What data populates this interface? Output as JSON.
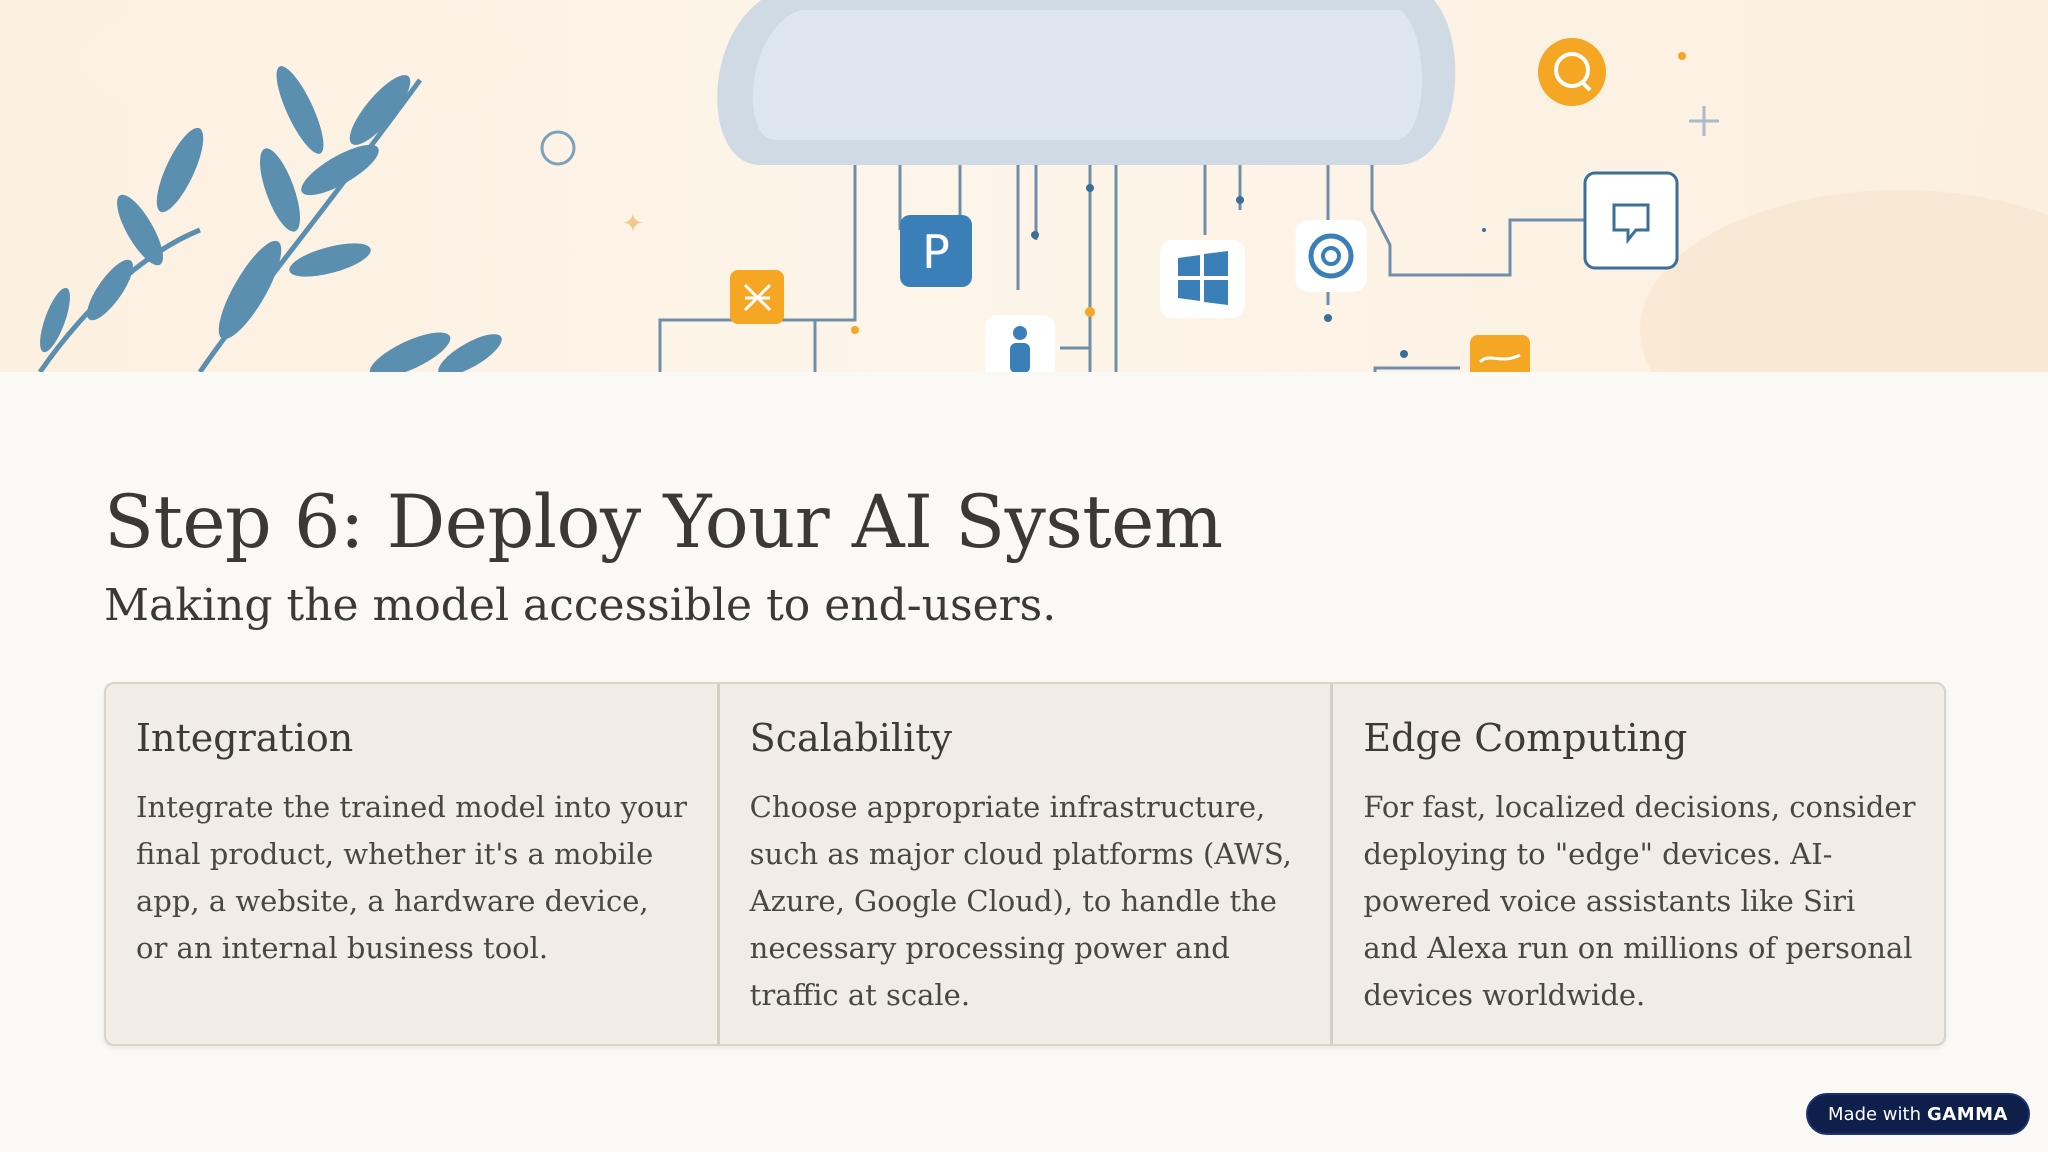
{
  "banner": {
    "icons": [
      "leaf-branch-icon",
      "cloud-icon",
      "parking-p-icon",
      "windows-icon",
      "at-sign-icon",
      "chat-bubble-icon",
      "search-bubble-icon",
      "person-icon",
      "chart-icon",
      "circuit-icon"
    ],
    "colors": {
      "cloud": "#d9e2ea",
      "accent_orange": "#f5a623",
      "accent_blue": "#3a7fb8",
      "lines": "#6f8ea8"
    }
  },
  "slide": {
    "title": "Step 6: Deploy Your AI System",
    "subtitle": "Making the model accessible to end-users."
  },
  "cards": [
    {
      "title": "Integration",
      "body": "Integrate the trained model into your final product, whether it's a mobile app, a website, a hardware device, or an internal business tool."
    },
    {
      "title": "Scalability",
      "body": "Choose appropriate infrastructure, such as major cloud platforms (AWS, Azure, Google Cloud), to handle the necessary processing power and traffic at scale."
    },
    {
      "title": "Edge Computing",
      "body": "For fast, localized decisions, consider deploying to \"edge\" devices. AI-powered voice assistants like Siri and Alexa run on millions of personal devices worldwide."
    }
  ],
  "badge": {
    "prefix": "Made with",
    "brand": "GAMMA"
  }
}
